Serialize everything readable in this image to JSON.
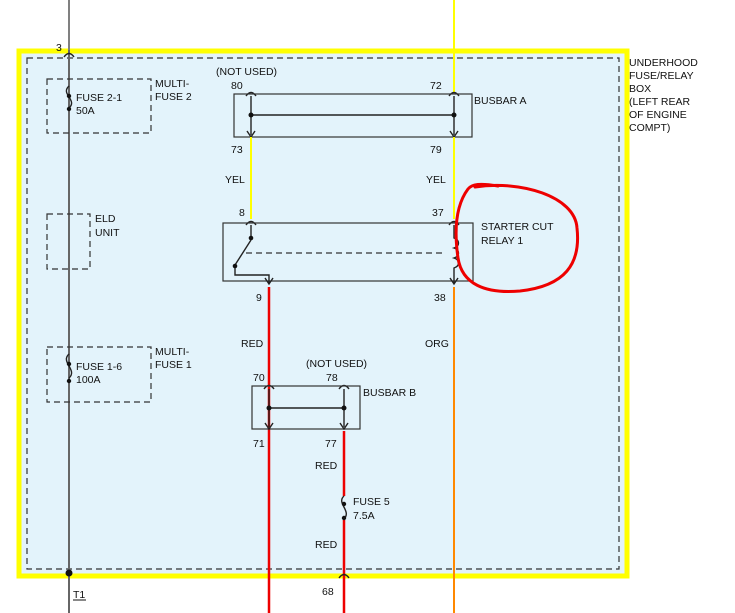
{
  "box": {
    "title_lines": [
      "UNDERHOOD",
      "FUSE/RELAY",
      "BOX",
      "(LEFT REAR",
      "OF ENGINE",
      "COMPT)"
    ]
  },
  "colors": {
    "box_border": "#ffff00",
    "box_fill": "#e3f3fb",
    "wire_yellow": "#ffff00",
    "wire_red": "#ee0000",
    "wire_orange": "#ff8800",
    "wire_gray": "#666666",
    "annotation_red": "#ee0000"
  },
  "pins": {
    "p3": "3",
    "p80": "80",
    "p72": "72",
    "p73": "73",
    "p79": "79",
    "p8": "8",
    "p37": "37",
    "p9": "9",
    "p38": "38",
    "p70": "70",
    "p78": "78",
    "p71": "71",
    "p77": "77",
    "p68": "68",
    "t1": "T1"
  },
  "labels": {
    "not_used_a": "(NOT USED)",
    "not_used_b": "(NOT USED)",
    "busbar_a": "BUSBAR A",
    "busbar_b": "BUSBAR B",
    "multi_fuse_2": [
      "MULTI-",
      "FUSE 2"
    ],
    "multi_fuse_1": [
      "MULTI-",
      "FUSE 1"
    ],
    "fuse_2_1": [
      "FUSE 2-1",
      "50A"
    ],
    "fuse_1_6": [
      "FUSE 1-6",
      "100A"
    ],
    "eld_unit": [
      "ELD",
      "UNIT"
    ],
    "starter_cut_relay": [
      "STARTER CUT",
      "RELAY 1"
    ],
    "fuse_5": [
      "FUSE 5",
      "7.5A"
    ]
  },
  "wires": {
    "yel_left": "YEL",
    "yel_right": "YEL",
    "red_left": "RED",
    "org": "ORG",
    "red_mid_top": "RED",
    "red_mid_bottom": "RED"
  }
}
